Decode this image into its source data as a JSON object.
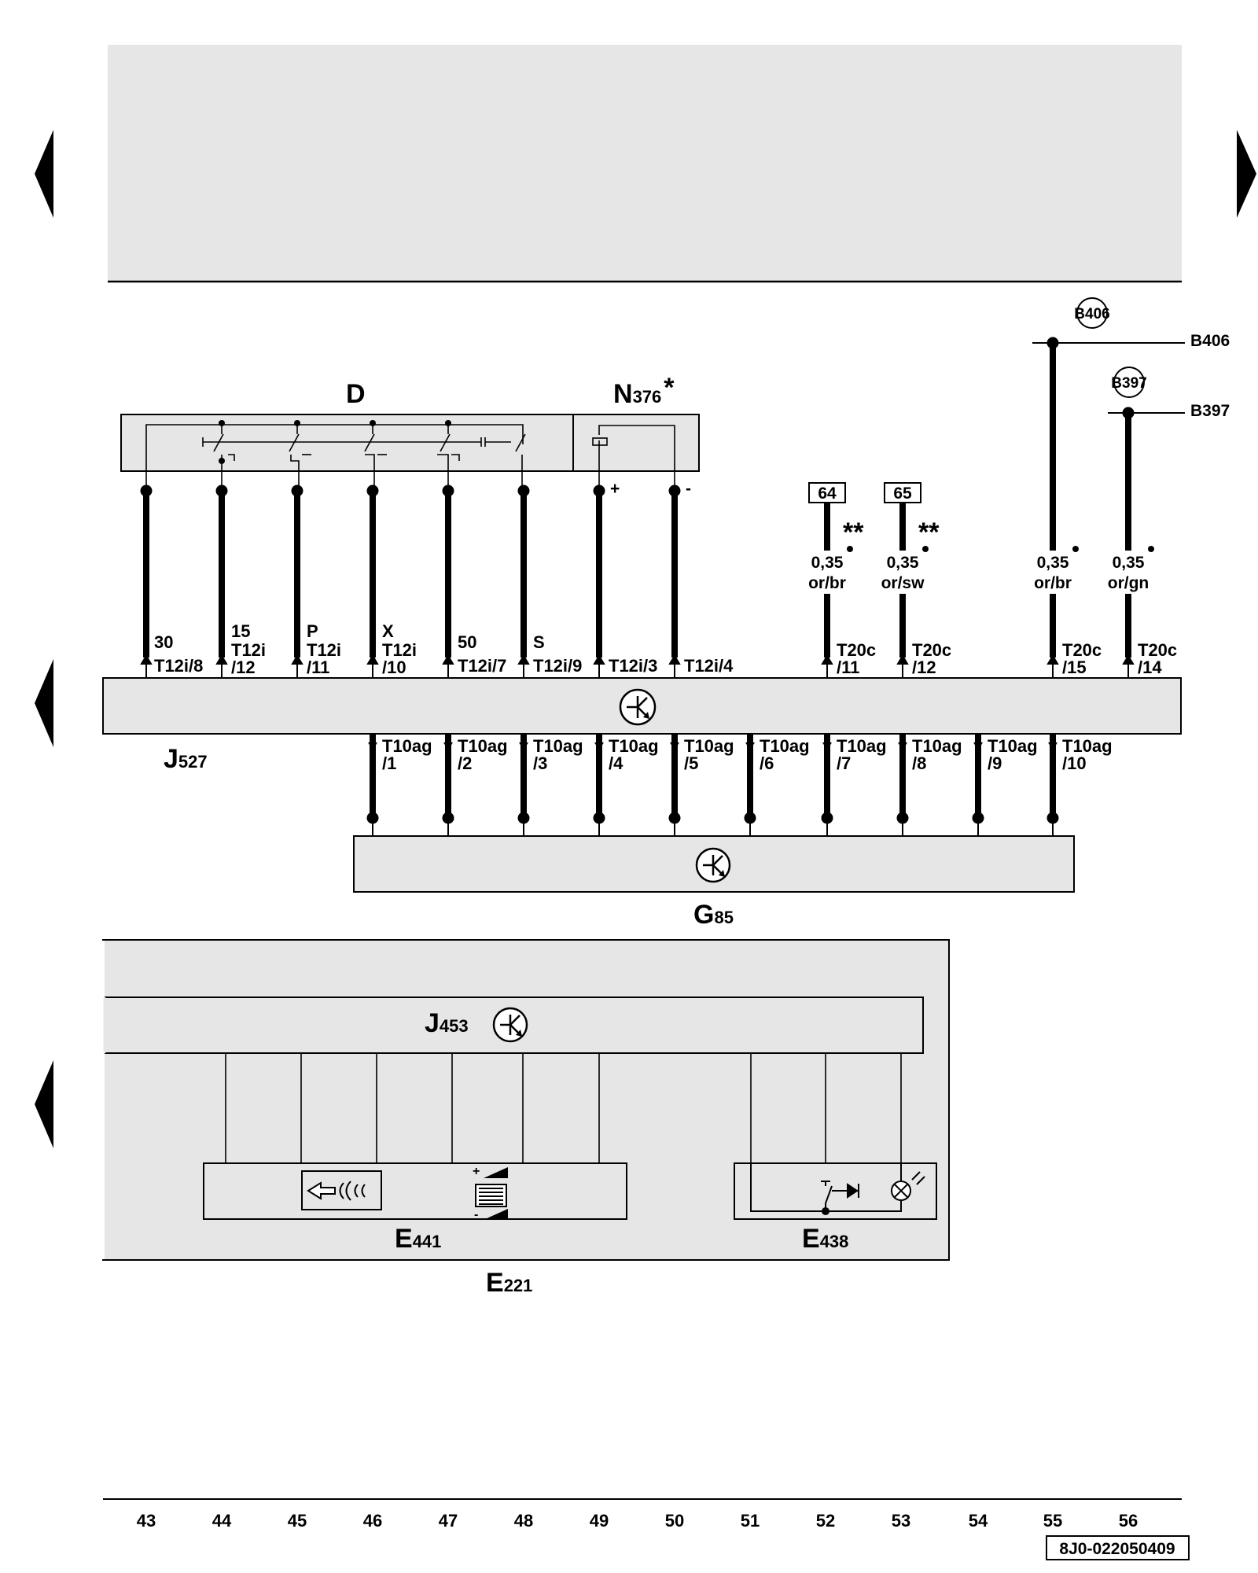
{
  "components": {
    "D": {
      "label": "D"
    },
    "N376": {
      "label": "N",
      "sub": "376",
      "mark": "*"
    },
    "J527": {
      "label": "J",
      "sub": "527"
    },
    "G85": {
      "label": "G",
      "sub": "85"
    },
    "J453": {
      "label": "J",
      "sub": "453"
    },
    "E441": {
      "label": "E",
      "sub": "441"
    },
    "E438": {
      "label": "E",
      "sub": "438"
    },
    "E221": {
      "label": "E",
      "sub": "221"
    }
  },
  "upper_pins": [
    {
      "top": "30",
      "mid": "",
      "bot": "T12i/8"
    },
    {
      "top": "15",
      "mid": "T12i",
      "bot": "/12"
    },
    {
      "top": "P",
      "mid": "T12i",
      "bot": "/11"
    },
    {
      "top": "X",
      "mid": "T12i",
      "bot": "/10"
    },
    {
      "top": "50",
      "mid": "",
      "bot": "T12i/7"
    },
    {
      "top": "S",
      "mid": "",
      "bot": "T12i/9"
    },
    {
      "top": "",
      "mid": "",
      "bot": "T12i/3"
    },
    {
      "top": "",
      "mid": "",
      "bot": "T12i/4"
    },
    {
      "top": "",
      "mid": "T20c",
      "bot": "/11"
    },
    {
      "top": "",
      "mid": "T20c",
      "bot": "/12"
    },
    {
      "top": "",
      "mid": "T20c",
      "bot": "/15"
    },
    {
      "top": "",
      "mid": "T20c",
      "bot": "/14"
    }
  ],
  "polarity": {
    "plus": "+",
    "minus": "-"
  },
  "lower_pins": [
    {
      "a": "T10ag",
      "b": "/1"
    },
    {
      "a": "T10ag",
      "b": "/2"
    },
    {
      "a": "T10ag",
      "b": "/3"
    },
    {
      "a": "T10ag",
      "b": "/4"
    },
    {
      "a": "T10ag",
      "b": "/5"
    },
    {
      "a": "T10ag",
      "b": "/6"
    },
    {
      "a": "T10ag",
      "b": "/7"
    },
    {
      "a": "T10ag",
      "b": "/8"
    },
    {
      "a": "T10ag",
      "b": "/9"
    },
    {
      "a": "T10ag",
      "b": "/10"
    }
  ],
  "wires": [
    {
      "ref": "64",
      "size": "0,35",
      "color": "or/br",
      "mark": "**"
    },
    {
      "ref": "65",
      "size": "0,35",
      "color": "or/sw",
      "mark": "**"
    },
    {
      "ref": "",
      "size": "0,35",
      "color": "or/br",
      "mark": ""
    },
    {
      "ref": "",
      "size": "0,35",
      "color": "or/gn",
      "mark": ""
    }
  ],
  "ground_points": [
    {
      "circle": "B406",
      "line": "B406"
    },
    {
      "circle": "B397",
      "line": "B397"
    }
  ],
  "columns": [
    "43",
    "44",
    "45",
    "46",
    "47",
    "48",
    "49",
    "50",
    "51",
    "52",
    "53",
    "54",
    "55",
    "56"
  ],
  "code": "8J0-022050409",
  "colors": {
    "header_fill": "#e6e6e6",
    "box_fill": "#e6e6e6",
    "line": "#000000",
    "page": "#ffffff"
  }
}
